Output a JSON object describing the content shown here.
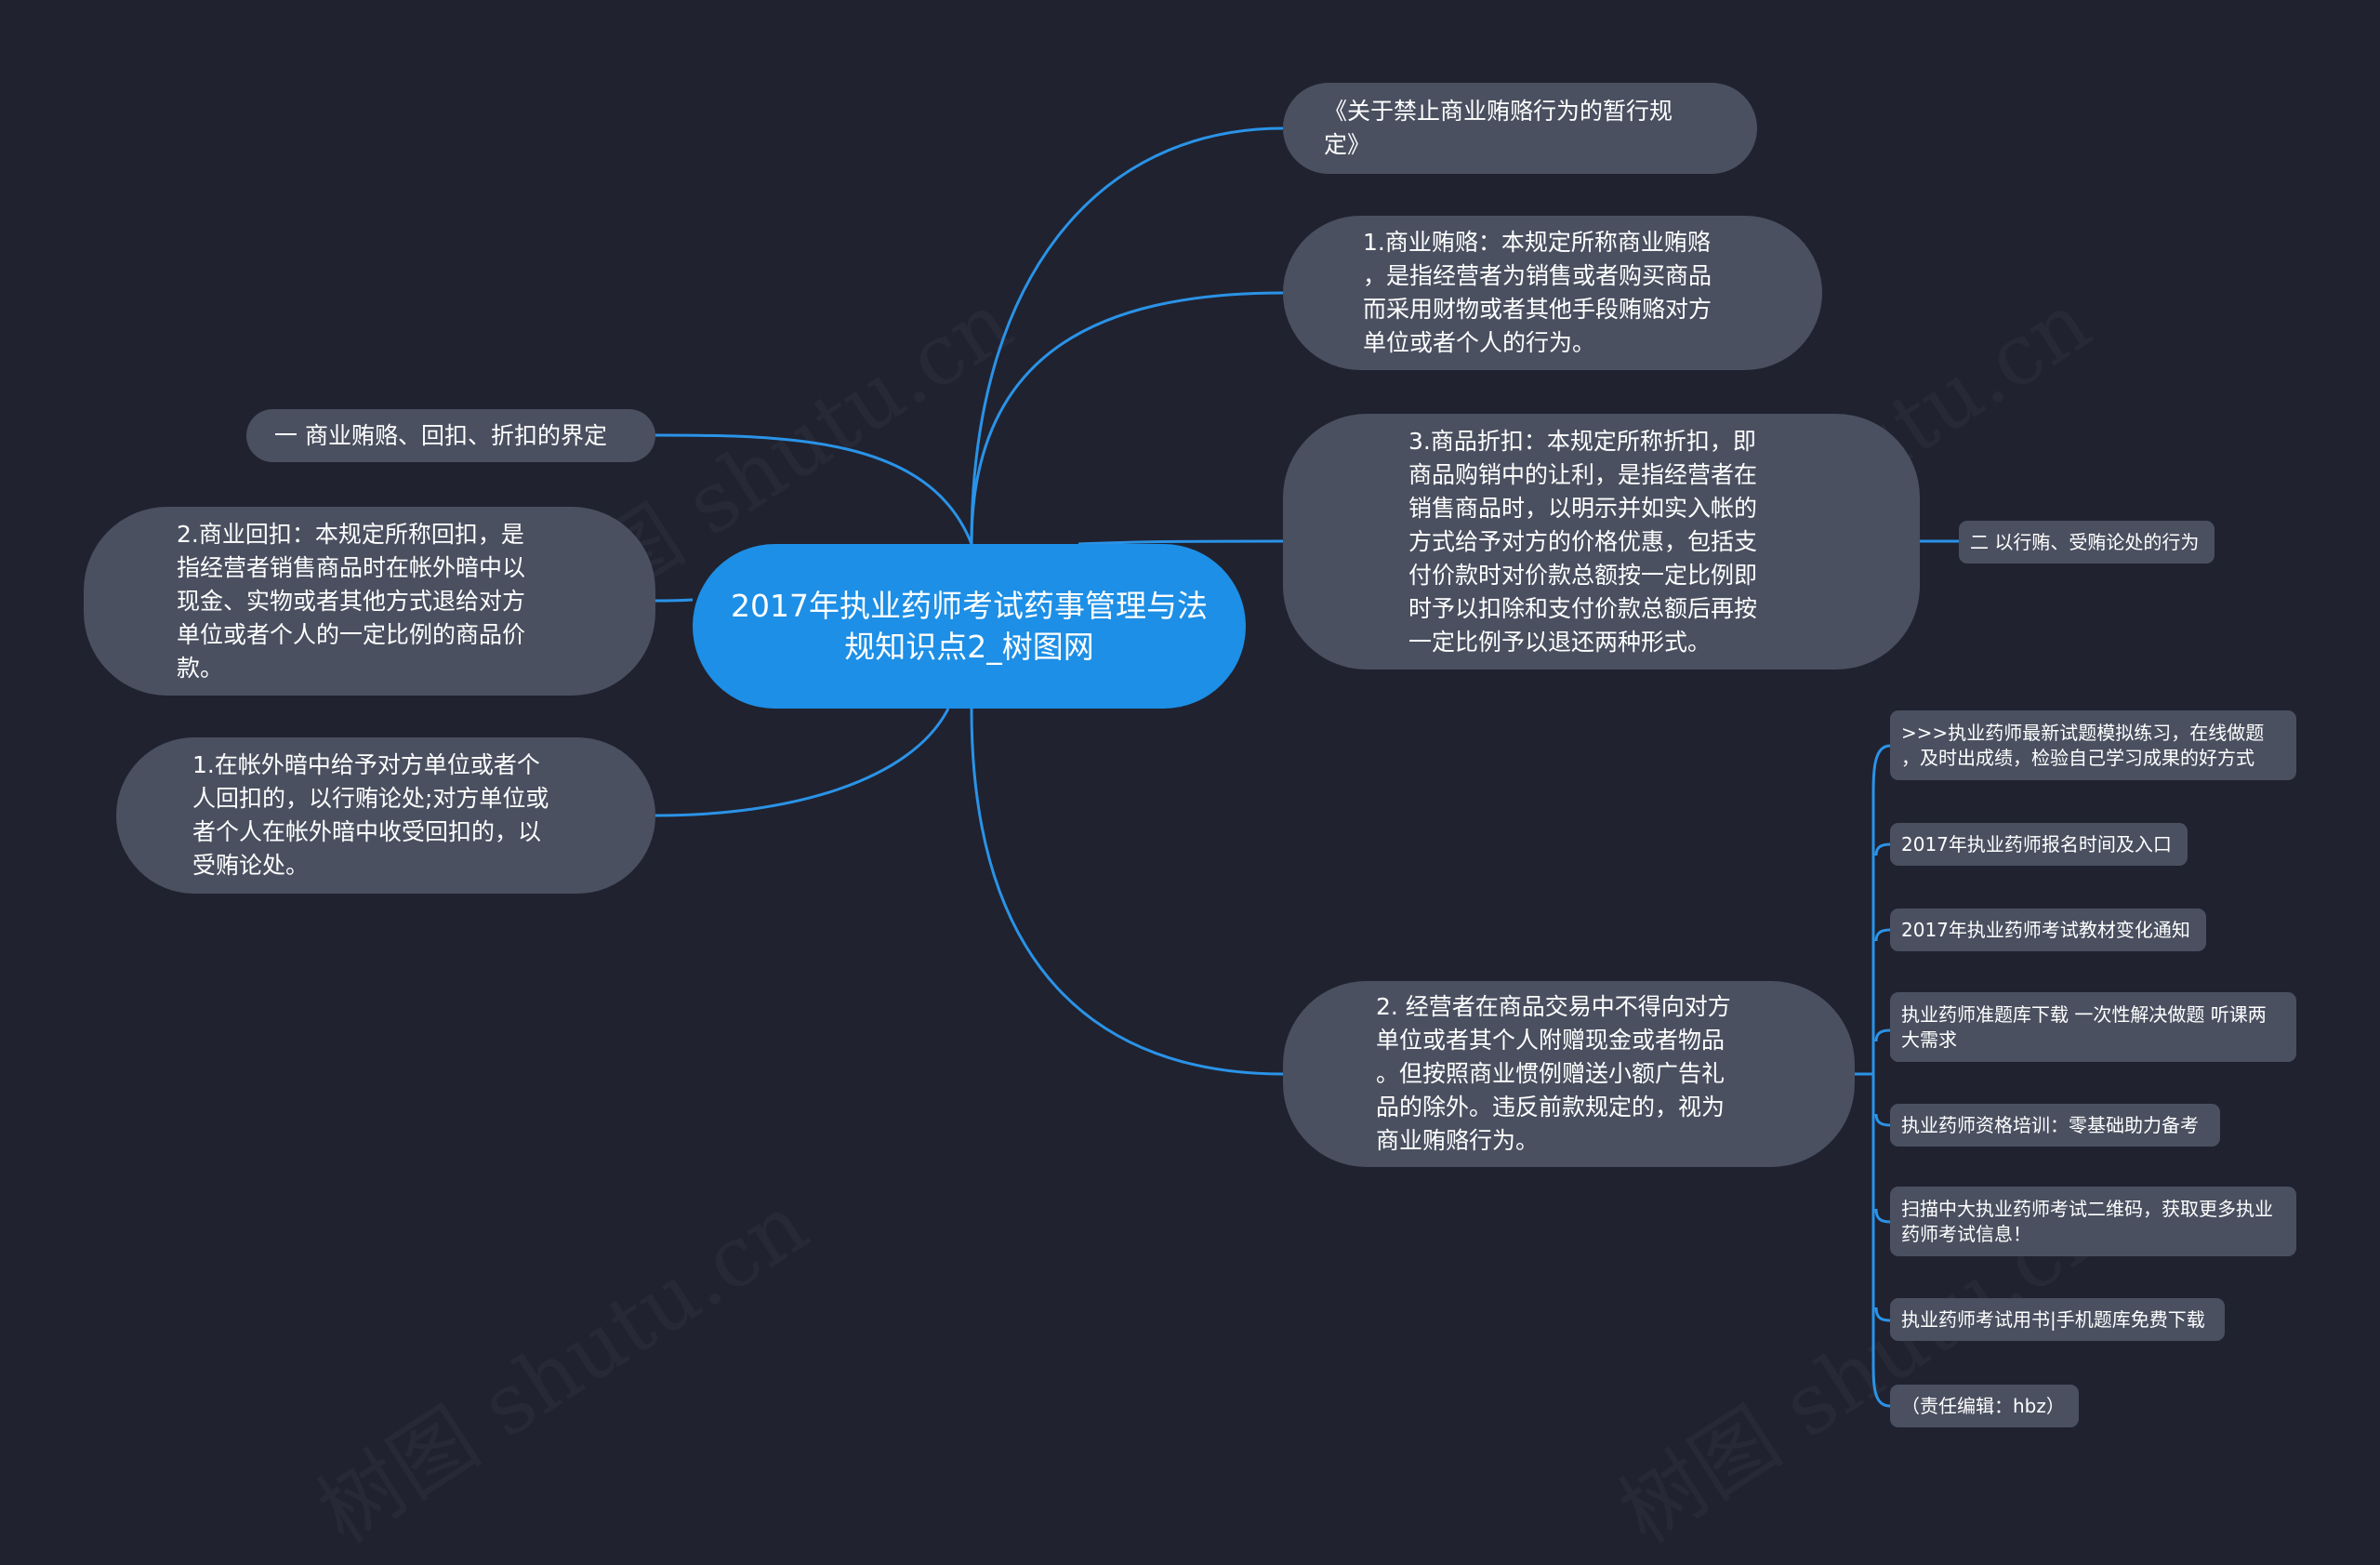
{
  "center": {
    "text": "2017年执业药师考试药事管理与法规知识点2_树图网"
  },
  "right_nodes": [
    {
      "text": "《关于禁止商业贿赂行为的暂行规定》"
    },
    {
      "text": "1.商业贿赂：本规定所称商业贿赂\n，是指经营者为销售或者购买商品\n而采用财物或者其他手段贿赂对方\n单位或者个人的行为。"
    },
    {
      "text": "3.商品折扣：本规定所称折扣，即\n商品购销中的让利，是指经营者在\n销售商品时，以明示并如实入帐的\n方式给予对方的价格优惠，包括支\n付价款时对价款总额按一定比例即\n时予以扣除和支付价款总额后再按\n一定比例予以退还两种形式。"
    },
    {
      "text": "2. 经营者在商品交易中不得向对方\n单位或者其个人附赠现金或者物品\n。但按照商业惯例赠送小额广告礼\n品的除外。违反前款规定的，视为\n商业贿赂行为。"
    }
  ],
  "side_note": {
    "text": "二 以行贿、受贿论处的行为"
  },
  "left_nodes": [
    {
      "text": "一 商业贿赂、回扣、折扣的界定"
    },
    {
      "text": "2.商业回扣：本规定所称回扣，是\n指经营者销售商品时在帐外暗中以\n现金、实物或者其他方式退给对方\n单位或者个人的一定比例的商品价\n款。"
    },
    {
      "text": "1.在帐外暗中给予对方单位或者个\n人回扣的，以行贿论处;对方单位或\n者个人在帐外暗中收受回扣的，以\n受贿论处。"
    }
  ],
  "leaves": [
    {
      "text": ">>>执业药师最新试题模拟练习，在线做题\n，及时出成绩，检验自己学习成果的好方式"
    },
    {
      "text": "2017年执业药师报名时间及入口"
    },
    {
      "text": "2017年执业药师考试教材变化通知"
    },
    {
      "text": "执业药师准题库下载 一次性解决做题 听课两\n大需求"
    },
    {
      "text": "执业药师资格培训：零基础助力备考"
    },
    {
      "text": "扫描中大执业药师考试二维码，获取更多执业\n药师考试信息！"
    },
    {
      "text": "执业药师考试用书|手机题库免费下载"
    },
    {
      "text": "（责任编辑：hbz）"
    }
  ],
  "colors": {
    "background": "#20222f",
    "center": "#1d8fe6",
    "node": "#4a5060",
    "edge": "#2a93e8"
  }
}
